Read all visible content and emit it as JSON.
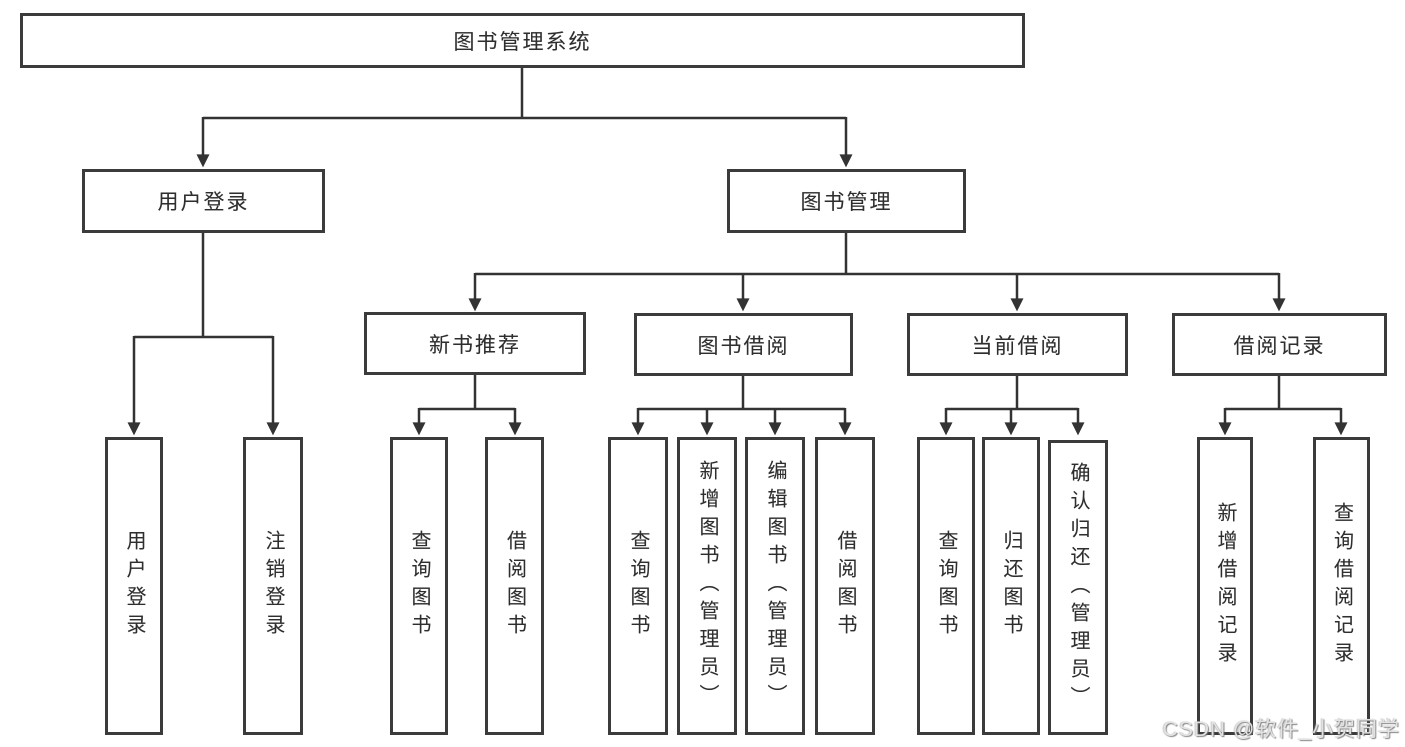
{
  "colors": {
    "box_border": "#3b3b3b",
    "connector_line": "#333333",
    "text": "#2e2e2e",
    "background": "#ffffff",
    "watermark_text": "#e2e2e2"
  },
  "watermark": "CSDN @软件_小贺同学",
  "nodes": {
    "root": "图书管理系统",
    "user_login": "用户登录",
    "book_management": "图书管理",
    "new_book_recommend": "新书推荐",
    "book_borrowing": "图书借阅",
    "current_borrowing": "当前借阅",
    "borrowing_records": "借阅记录",
    "leaf_user_login": "用户登录",
    "leaf_logout_login": "注销登录",
    "leaf_query_books_recommend": "查询图书",
    "leaf_borrow_books_recommend": "借阅图书",
    "leaf_query_books_borrowing": "查询图书",
    "leaf_add_books_admin": "新增图书（管理员）",
    "leaf_edit_books_admin": "编辑图书（管理员）",
    "leaf_borrow_books_borrowing": "借阅图书",
    "leaf_query_books_current": "查询图书",
    "leaf_return_books": "归还图书",
    "leaf_confirm_return_admin": "确认归还（管理员）",
    "leaf_add_borrow_record": "新增借阅记录",
    "leaf_query_borrow_record": "查询借阅记录"
  }
}
